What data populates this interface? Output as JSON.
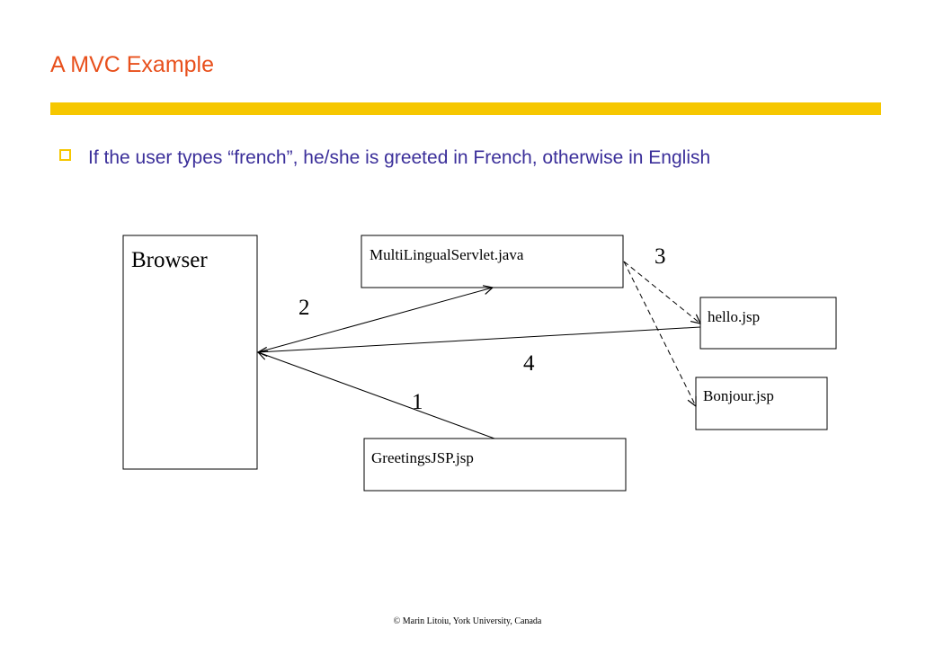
{
  "slide": {
    "title": "A MVC Example",
    "bullet": "If the user types “french”, he/she is greeted in French, otherwise in English",
    "footer": "©  Marin Litoiu, York University, Canada"
  },
  "diagram": {
    "boxes": {
      "browser": "Browser",
      "servlet": "MultiLingualServlet.java",
      "hello": "hello.jsp",
      "bonjour": "Bonjour.jsp",
      "greetings": "GreetingsJSP.jsp"
    },
    "step_labels": {
      "one": "1",
      "two": "2",
      "three": "3",
      "four": "4"
    }
  },
  "colors": {
    "title": "#e8501c",
    "accent_bar": "#f6c700",
    "bullet_text": "#3b2f9a"
  }
}
